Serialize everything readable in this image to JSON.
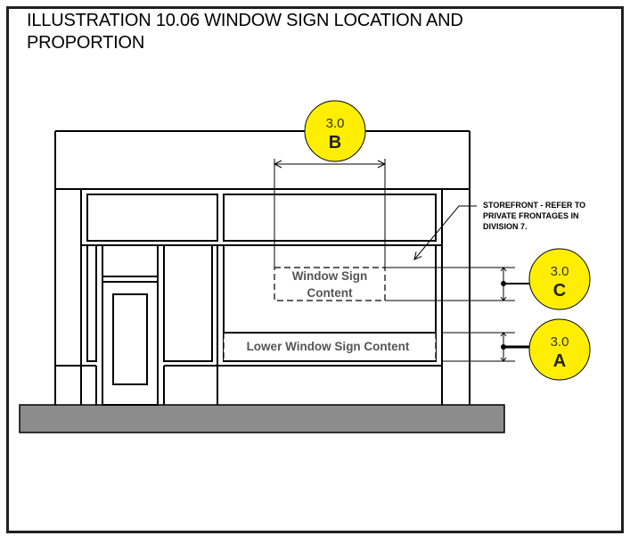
{
  "title": "ILLUSTRATION 10.06 WINDOW SIGN LOCATION AND PROPORTION",
  "title_lines": [
    "ILLUSTRATION 10.06 WINDOW SIGN LOCATION AND",
    "PROPORTION"
  ],
  "colors": {
    "bubble_fill": "#ffee00",
    "ground_fill": "#8c8c8c",
    "line": "#000000",
    "sign_text": "#555555",
    "frame": "#231f20"
  },
  "signs": {
    "window_sign": [
      "Window Sign",
      "Content"
    ],
    "lower_window_sign": "Lower Window Sign Content"
  },
  "note": {
    "lines": [
      "STOREFRONT - REFER TO",
      "PRIVATE FRONTAGES IN",
      "DIVISION 7."
    ]
  },
  "callouts": [
    {
      "id": "B",
      "number": "3.0",
      "letter": "B"
    },
    {
      "id": "C",
      "number": "3.0",
      "letter": "C"
    },
    {
      "id": "A",
      "number": "3.0",
      "letter": "A"
    }
  ]
}
